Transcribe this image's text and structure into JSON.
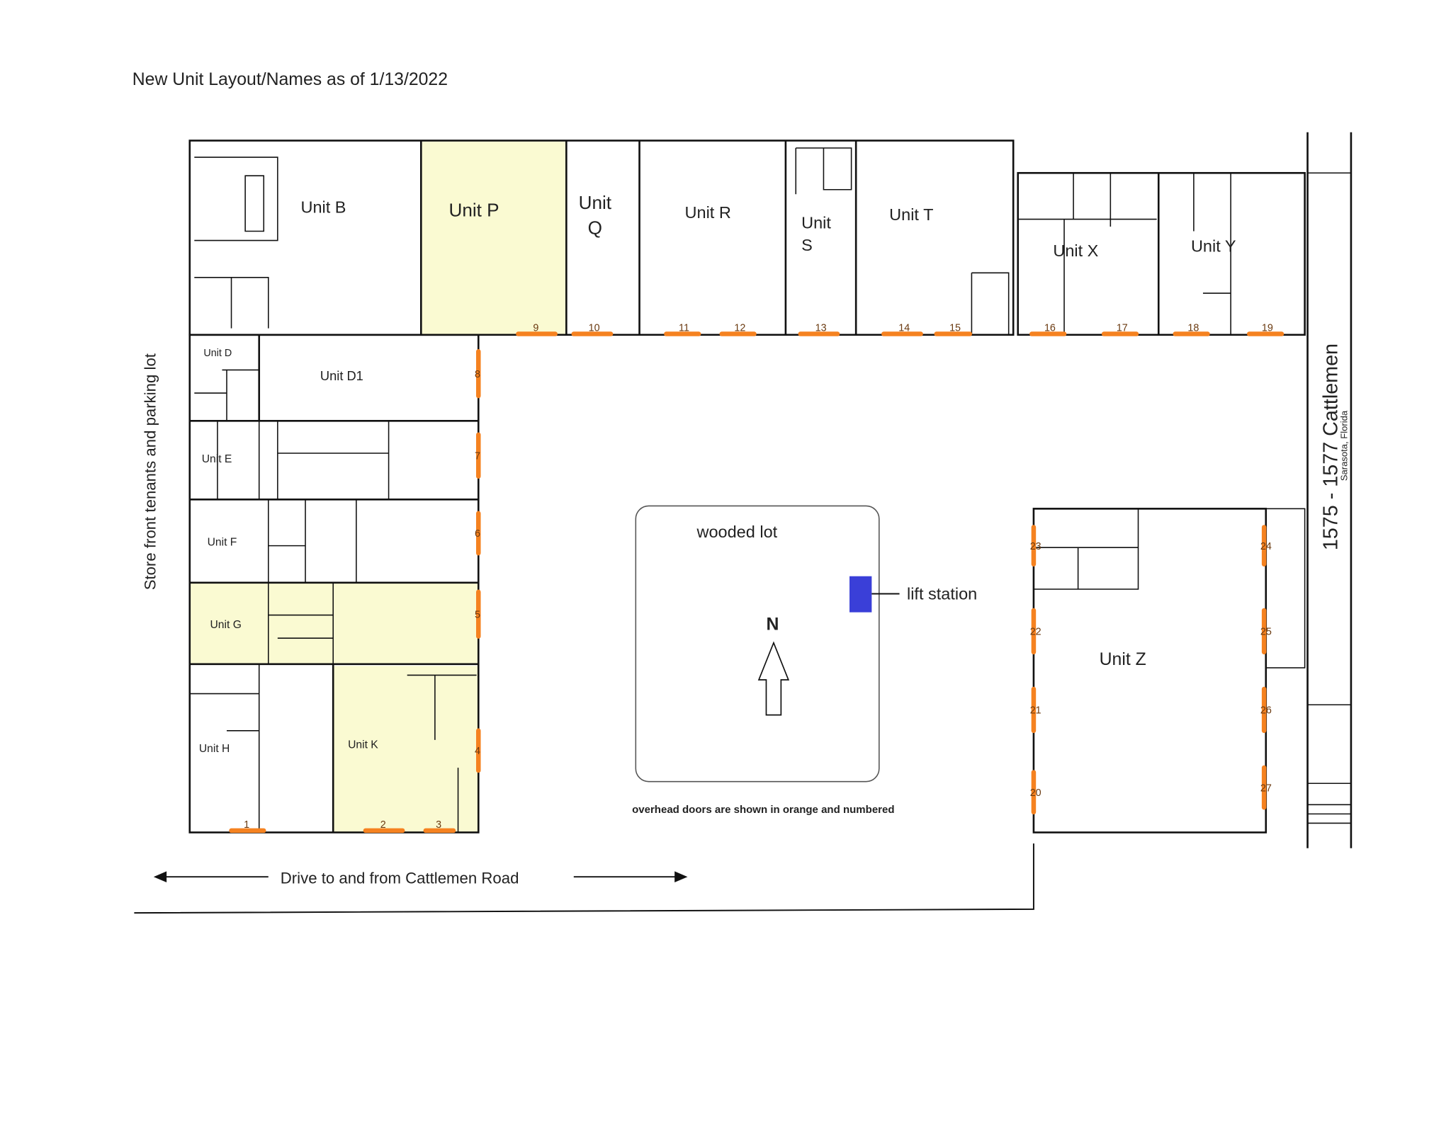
{
  "title": "New Unit Layout/Names as of 1/13/2022",
  "side_label": "Store front tenants and parking lot",
  "address": {
    "line1": "1575 - 1577 Cattlemen",
    "line2": "Sarasota, Florida"
  },
  "drive_label": "Drive to and from Cattlemen Road",
  "wooded_lot": "wooded lot",
  "lift_station": "lift station",
  "north": "N",
  "note": "overhead doors are shown in orange and numbered",
  "colors": {
    "highlight": "#fafad2",
    "door": "#f58220",
    "lift_station": "#3a3fd8"
  },
  "units": {
    "B": "Unit B",
    "P": "Unit P",
    "Q": "Unit Q",
    "R": "Unit R",
    "S": "Unit S",
    "T": "Unit T",
    "X": "Unit X",
    "Y": "Unit Y",
    "D": "Unit D",
    "D1": "Unit D1",
    "E": "Unit E",
    "F": "Unit F",
    "G": "Unit G",
    "H": "Unit H",
    "K": "Unit K",
    "Z": "Unit Z"
  },
  "highlighted_units": [
    "Unit P",
    "Unit G",
    "Unit K"
  ],
  "doors": [
    "1",
    "2",
    "3",
    "4",
    "5",
    "6",
    "7",
    "8",
    "9",
    "10",
    "11",
    "12",
    "13",
    "14",
    "15",
    "16",
    "17",
    "18",
    "19",
    "20",
    "21",
    "22",
    "23",
    "24",
    "25",
    "26",
    "27"
  ]
}
